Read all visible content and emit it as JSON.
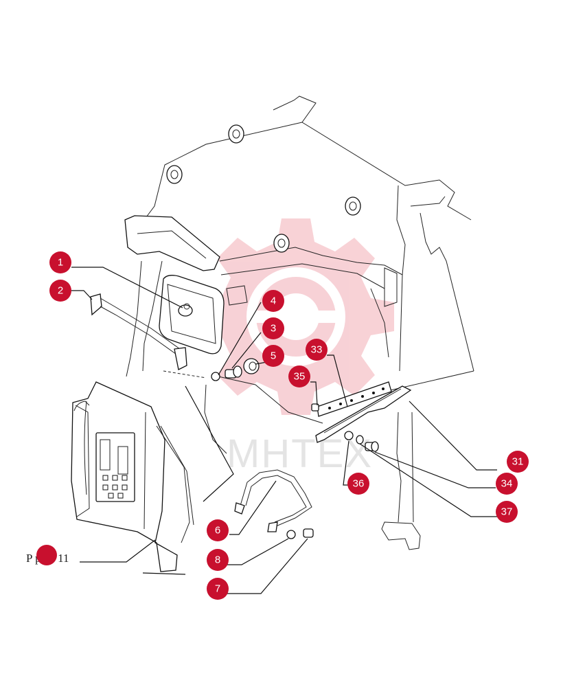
{
  "colors": {
    "badge": "#c8102e",
    "line": "#111111",
    "watermark_gear": "#f4c6cc",
    "watermark_text": "#e0e0e0"
  },
  "watermark": {
    "text": "MHTEX",
    "icon": "gear-logo-icon"
  },
  "reference": {
    "text": "P pag. 11"
  },
  "badges": [
    {
      "id": "1",
      "label": "1"
    },
    {
      "id": "2",
      "label": "2"
    },
    {
      "id": "4",
      "label": "4"
    },
    {
      "id": "3",
      "label": "3"
    },
    {
      "id": "5",
      "label": "5"
    },
    {
      "id": "33",
      "label": "33"
    },
    {
      "id": "35",
      "label": "35"
    },
    {
      "id": "31",
      "label": "31"
    },
    {
      "id": "34",
      "label": "34"
    },
    {
      "id": "36",
      "label": "36"
    },
    {
      "id": "37",
      "label": "37"
    },
    {
      "id": "6",
      "label": "6"
    },
    {
      "id": "8",
      "label": "8"
    },
    {
      "id": "7",
      "label": "7"
    },
    {
      "id": "ref",
      "label": ""
    }
  ]
}
